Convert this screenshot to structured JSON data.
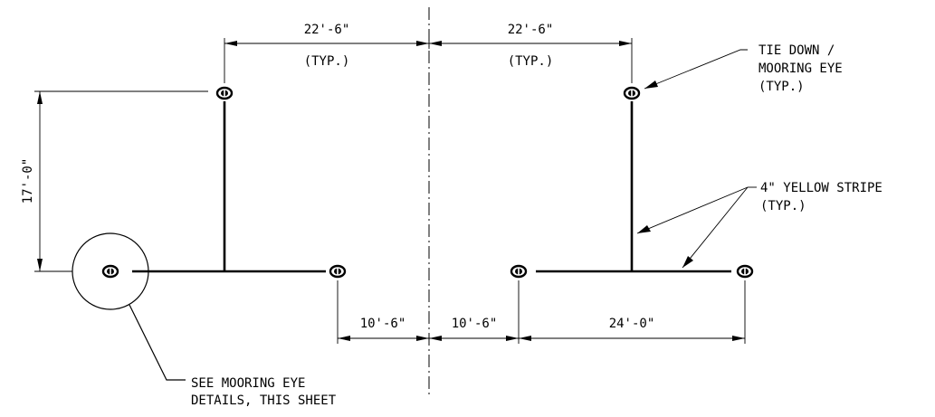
{
  "dimensions": {
    "top_left": "22'-6\"",
    "top_left_sub": "(TYP.)",
    "top_right": "22'-6\"",
    "top_right_sub": "(TYP.)",
    "vertical": "17'-0\"",
    "bottom_left": "10'-6\"",
    "bottom_mid": "10'-6\"",
    "bottom_right": "24'-0\""
  },
  "notes": {
    "tie_down": [
      "TIE DOWN /",
      "MOORING EYE",
      "(TYP.)"
    ],
    "stripe": [
      "4\" YELLOW STRIPE",
      "(TYP.)"
    ],
    "see_details": [
      "SEE MOORING EYE",
      "DETAILS, THIS SHEET"
    ]
  },
  "icons": {
    "mooring_eye": "mooring-eye-icon"
  }
}
